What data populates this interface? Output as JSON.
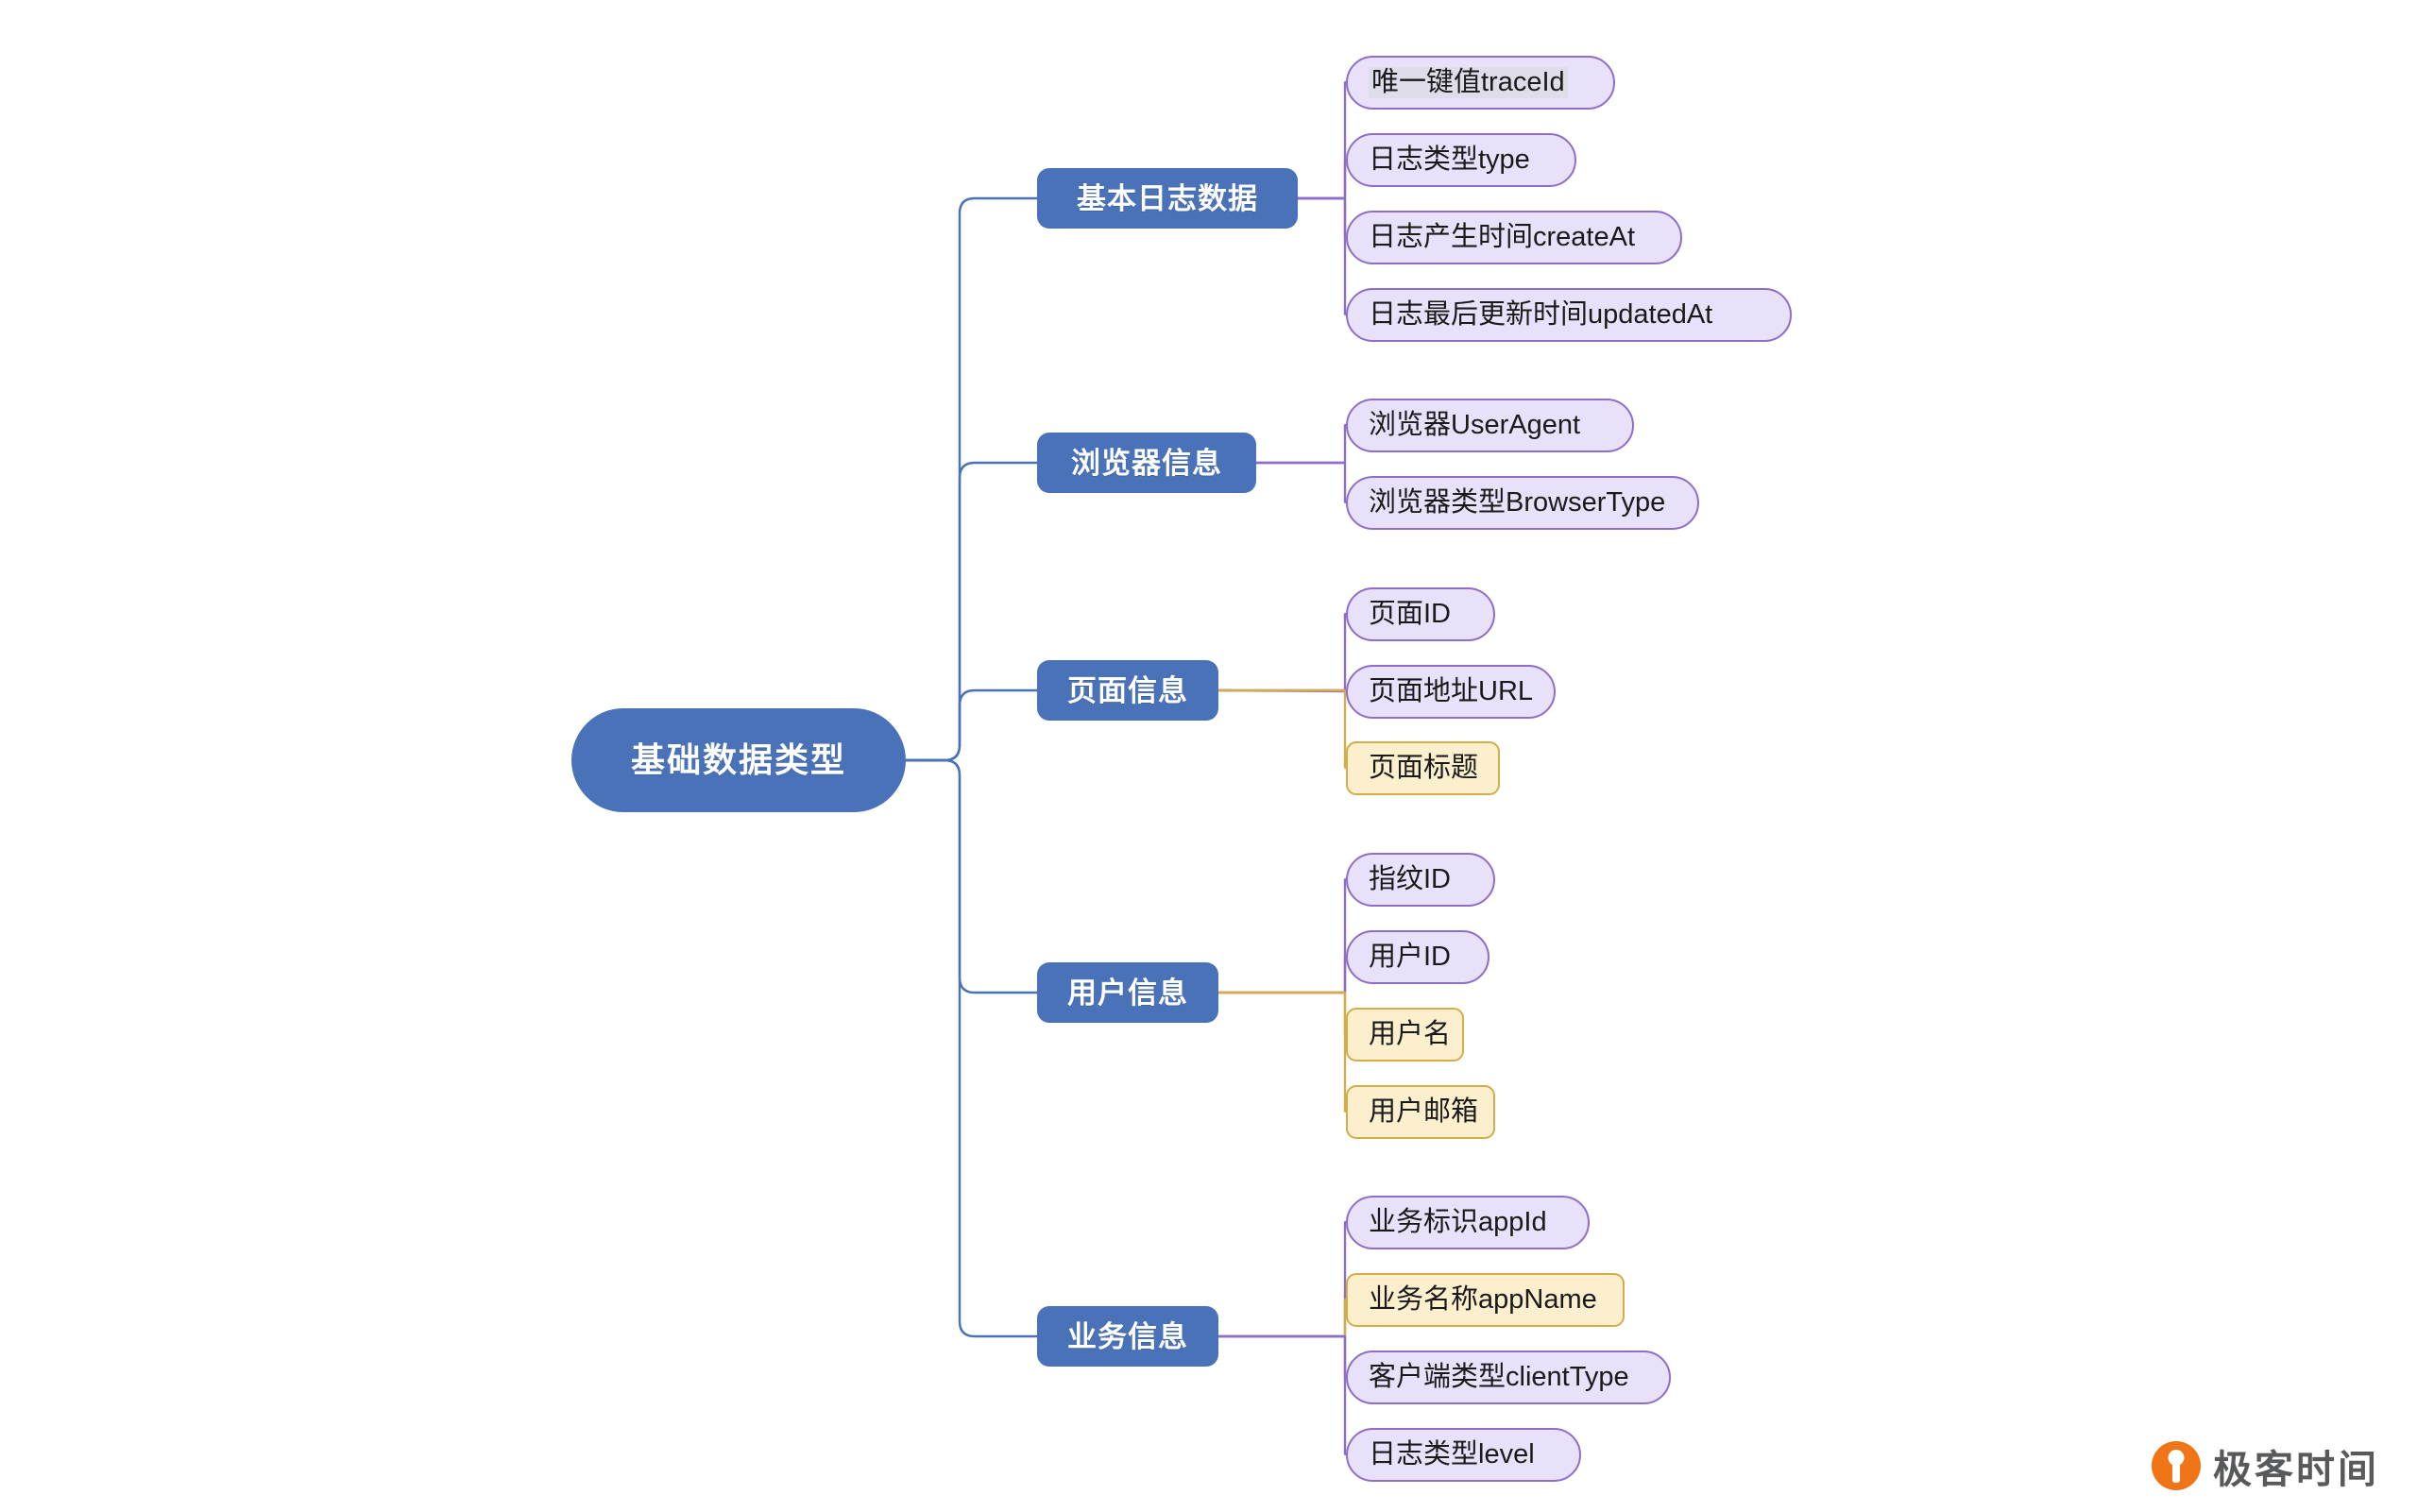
{
  "diagram": {
    "type": "mind-map",
    "title": "基础数据类型",
    "orientation": "left-to-right",
    "colors": {
      "root_fill": "#4a72b8",
      "root_text": "#ffffff",
      "branch_fill": "#4a72b8",
      "branch_text": "#ffffff",
      "leaf_purple_fill": "#e9e0fa",
      "leaf_purple_border": "#8d6fc9",
      "leaf_yellow_fill": "#fcefcd",
      "leaf_yellow_border": "#d3ad4a",
      "connector_blue": "#4a72b8",
      "connector_purple": "#8d6fc9",
      "connector_gold": "#d3ad4a",
      "canvas": "#ffffff",
      "logo_orange": "#ef7518",
      "logo_gray": "#58595b"
    },
    "root": {
      "label": "基础数据类型"
    },
    "branches": [
      {
        "label": "基本日志数据",
        "children": [
          {
            "label": "唯一键值traceId",
            "style": "purple",
            "selected": true
          },
          {
            "label": "日志类型type",
            "style": "purple",
            "selected": false
          },
          {
            "label": "日志产生时间createAt",
            "style": "purple",
            "selected": false
          },
          {
            "label": "日志最后更新时间updatedAt",
            "style": "purple",
            "selected": false
          }
        ]
      },
      {
        "label": "浏览器信息",
        "children": [
          {
            "label": "浏览器UserAgent",
            "style": "purple",
            "selected": false
          },
          {
            "label": "浏览器类型BrowserType",
            "style": "purple",
            "selected": false
          }
        ]
      },
      {
        "label": "页面信息",
        "children": [
          {
            "label": "页面ID",
            "style": "purple",
            "selected": false
          },
          {
            "label": "页面地址URL",
            "style": "purple",
            "selected": false
          },
          {
            "label": "页面标题",
            "style": "yellow",
            "selected": false
          }
        ]
      },
      {
        "label": "用户信息",
        "children": [
          {
            "label": "指纹ID",
            "style": "purple",
            "selected": false
          },
          {
            "label": "用户ID",
            "style": "purple",
            "selected": false
          },
          {
            "label": "用户名",
            "style": "yellow",
            "selected": false
          },
          {
            "label": "用户邮箱",
            "style": "yellow",
            "selected": false
          }
        ]
      },
      {
        "label": "业务信息",
        "children": [
          {
            "label": "业务标识appId",
            "style": "purple",
            "selected": false
          },
          {
            "label": "业务名称appName",
            "style": "yellow",
            "selected": false
          },
          {
            "label": "客户端类型clientType",
            "style": "purple",
            "selected": false
          },
          {
            "label": "日志类型level",
            "style": "purple",
            "selected": false
          }
        ]
      }
    ]
  },
  "watermark": {
    "brand": "极客时间",
    "icon": "geektime-logo-icon"
  }
}
